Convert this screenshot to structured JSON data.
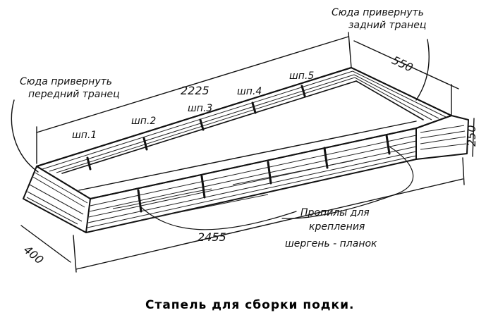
{
  "labels": {
    "rear_transom": [
      "Сюда привернуть",
      "задний транец"
    ],
    "front_transom": [
      "Сюда привернуть",
      "передний транец"
    ],
    "slots_note": [
      "Пропилы для",
      "крепления",
      "шергень - планок"
    ]
  },
  "dimensions": {
    "top_length": "2225",
    "bottom_length": "2455",
    "rear_width": "550",
    "rear_height": "250",
    "front_width": "400"
  },
  "slots": [
    "шп.1",
    "шп.2",
    "шп.3",
    "шп.4",
    "шп.5"
  ],
  "caption": "Стапель для сборки подки."
}
